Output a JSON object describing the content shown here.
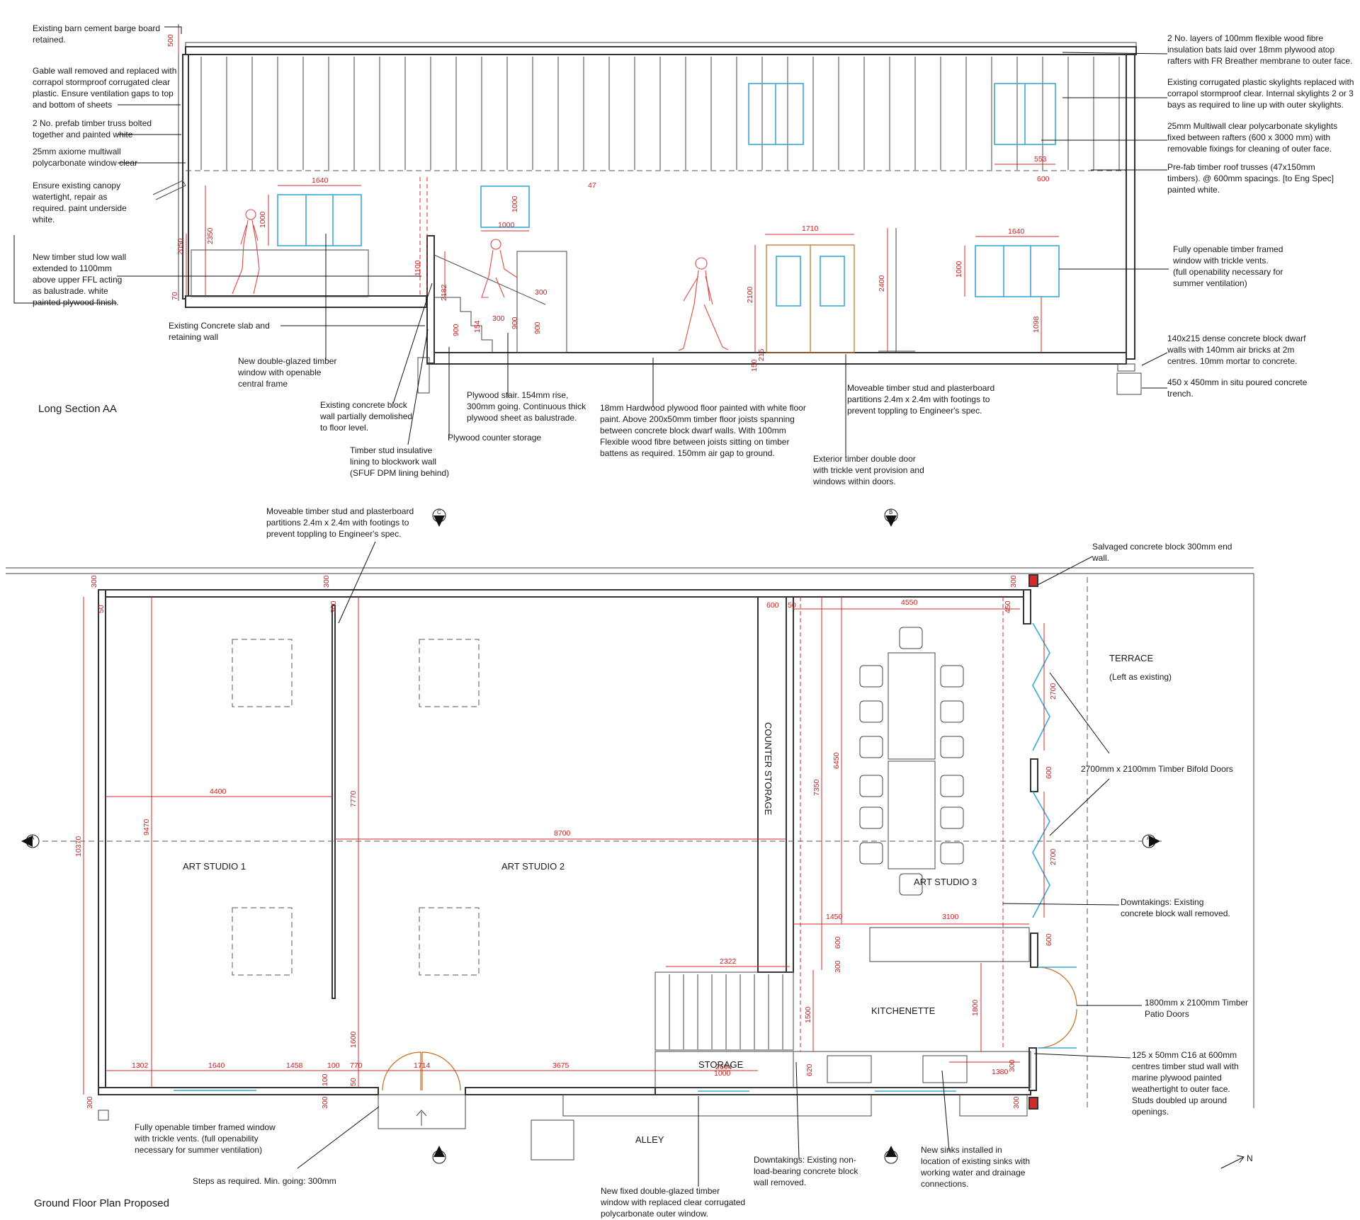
{
  "section": {
    "title": "Long Section AA",
    "notes_left": [
      [
        "Existing barn cement barge board",
        "retained."
      ],
      [
        "Gable wall removed and replaced with",
        "corrapol stormproof corrugated clear",
        "plastic. Ensure ventilation gaps to top",
        "and bottom of sheets"
      ],
      [
        "2 No. prefab timber truss bolted",
        "together and painted white"
      ],
      [
        "25mm axiome multiwall",
        "polycarbonate window clear"
      ],
      [
        "Ensure existing canopy",
        "watertight, repair as",
        "required. paint underside",
        "white."
      ],
      [
        "New timber stud low wall",
        "extended to 1100mm",
        "above upper FFL acting",
        "as balustrade. white",
        "painted plywood finish."
      ]
    ],
    "notes_right": [
      [
        "2 No. layers of 100mm flexible wood fibre",
        "insulation bats laid over 18mm plywood atop",
        "rafters with FR Breather membrane to outer face."
      ],
      [
        "Existing corrugated plastic skylights replaced with",
        "corrapol stormproof clear. Internal skylights 2 or 3",
        "bays as required to line up with outer skylights."
      ],
      [
        "25mm Multiwall clear polycarbonate skylights",
        "fixed between rafters (600 x 3000 mm) with",
        "removable fixings for cleaning of outer face."
      ],
      [
        "Pre-fab timber roof trusses (47x150mm",
        "timbers). @ 600mm spacings. [to Eng Spec]",
        "painted white."
      ],
      [
        "Fully openable timber framed",
        "window with trickle vents.",
        "(full openability necessary for",
        "summer ventilation)"
      ],
      [
        "140x215 dense concrete block dwarf",
        "walls with 140mm air bricks at 2m",
        "centres. 10mm mortar to concrete."
      ],
      [
        "450 x 450mm in situ poured concrete",
        "trench."
      ]
    ],
    "notes_bottom": [
      [
        "Existing Concrete slab and",
        "retaining wall"
      ],
      [
        "New double-glazed timber",
        "window with openable",
        "central frame"
      ],
      [
        "Existing concrete block",
        "wall partially demolished",
        "to floor level."
      ],
      [
        "Timber stud insulative",
        "lining to blockwork wall",
        "(SFUF DPM lining behind)"
      ],
      [
        "Plywood stair. 154mm rise,",
        "300mm going. Continuous thick",
        "plywood sheet as balustrade."
      ],
      [
        "Plywood counter storage"
      ],
      [
        "18mm Hardwood plywood floor painted with white floor",
        "paint. Above 200x50mm timber floor joists spanning",
        "between concrete block dwarf walls. With 100mm",
        "Flexible wood fibre between joists sitting on timber",
        "battens as required. 150mm air gap to ground."
      ],
      [
        "Moveable timber stud and plasterboard",
        "partitions 2.4m x 2.4m with footings to",
        "prevent toppling to Engineer's spec."
      ],
      [
        "Exterior timber double door",
        "with trickle vent provision and",
        "windows within doors."
      ]
    ],
    "dims": [
      "500",
      "1640",
      "1000",
      "1000",
      "1000",
      "47",
      "553",
      "600",
      "1710",
      "1640",
      "1000",
      "2050",
      "2350",
      "1100",
      "2182",
      "900",
      "900",
      "900",
      "154",
      "300",
      "300",
      "150",
      "215",
      "2100",
      "2400",
      "1098",
      "70"
    ]
  },
  "plan": {
    "title": "Ground Floor Plan Proposed",
    "rooms": [
      "ART STUDIO 1",
      "ART STUDIO 2",
      "ART STUDIO 3",
      "COUNTER STORAGE",
      "KITCHENETTE",
      "STORAGE",
      "TERRACE",
      "(Left as existing)",
      "ALLEY"
    ],
    "notes": [
      [
        "Moveable timber stud and plasterboard",
        "partitions 2.4m x 2.4m with footings to",
        "prevent toppling to Engineer's spec."
      ],
      [
        "Salvaged concrete block 300mm end",
        "wall."
      ],
      [
        "2700mm x 2100mm Timber Bifold Doors"
      ],
      [
        "Downtakings: Existing",
        "concrete block wall removed."
      ],
      [
        "1800mm x 2100mm Timber",
        "Patio Doors"
      ],
      [
        "125 x 50mm C16 at 600mm",
        "centres timber stud wall with",
        "marine plywood painted",
        "weathertight to outer face.",
        "Studs doubled up around",
        "openings."
      ],
      [
        "Fully openable timber framed window",
        "with trickle vents. (full openability",
        "necessary for summer ventilation)"
      ],
      [
        "Steps as required. Min. going: 300mm"
      ],
      [
        "New fixed double-glazed timber",
        "window with replaced clear corrugated",
        "polycarbonate outer window."
      ],
      [
        "Downtakings: Existing non-",
        "load-bearing concrete block",
        "wall removed."
      ],
      [
        "New sinks installed in",
        "location of existing sinks with",
        "working water and drainage",
        "connections."
      ]
    ],
    "dims": [
      "300",
      "300",
      "300",
      "50",
      "600",
      "50",
      "4550",
      "450",
      "300",
      "4400",
      "8700",
      "9470",
      "10370",
      "7770",
      "6450",
      "7350",
      "2700",
      "600",
      "2700",
      "600",
      "1450",
      "3100",
      "2322",
      "300",
      "600",
      "1800",
      "1500",
      "1600",
      "620",
      "1380",
      "1302",
      "1640",
      "1458",
      "100",
      "770",
      "1714",
      "3675",
      "2694",
      "1000",
      "100",
      "50",
      "300",
      "300",
      "300",
      "300"
    ],
    "markers": [
      "A",
      "A",
      "B",
      "B",
      "C",
      "C"
    ],
    "north": "N"
  }
}
